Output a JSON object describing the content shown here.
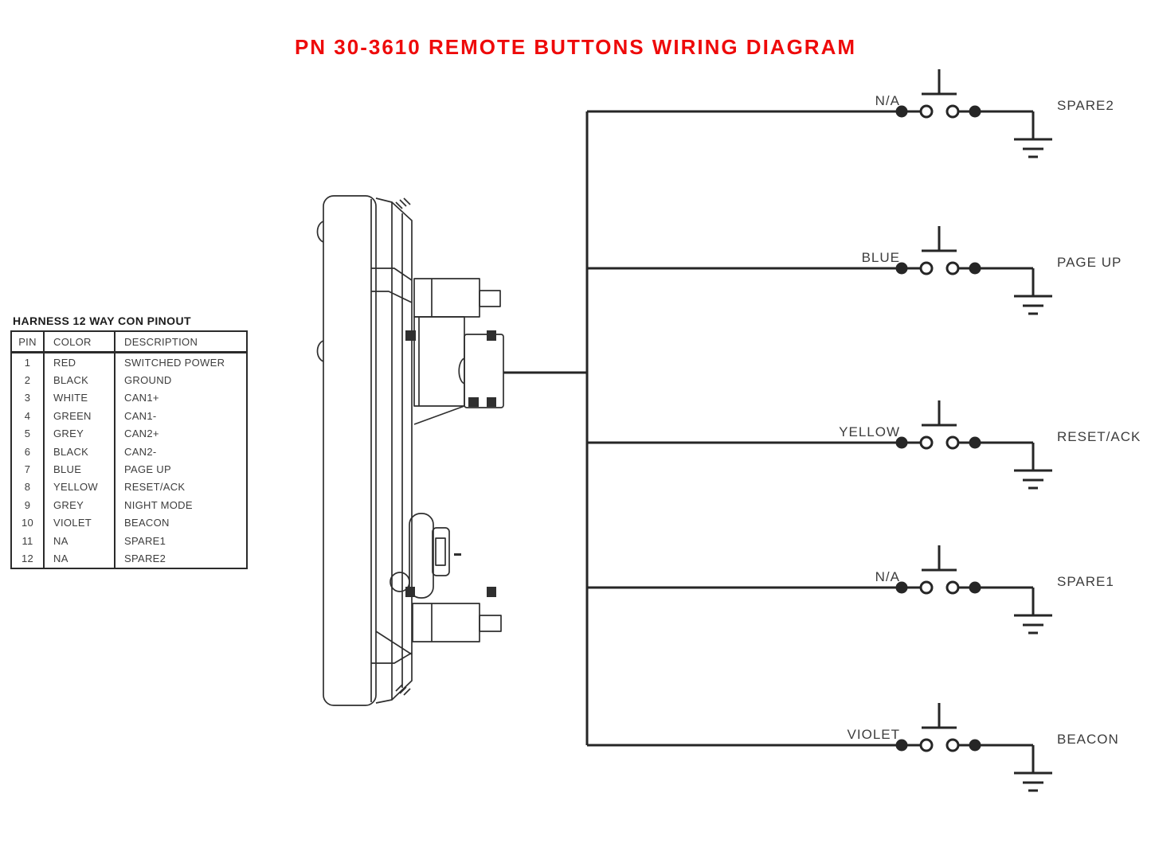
{
  "title": "PN 30-3610 REMOTE BUTTONS WIRING DIAGRAM",
  "pinout_table": {
    "title": "HARNESS 12 WAY CON PINOUT",
    "headers": [
      "PIN",
      "COLOR",
      "DESCRIPTION"
    ],
    "rows": [
      {
        "pin": "1",
        "color": "RED",
        "description": "SWITCHED POWER"
      },
      {
        "pin": "2",
        "color": "BLACK",
        "description": "GROUND"
      },
      {
        "pin": "3",
        "color": "WHITE",
        "description": "CAN1+"
      },
      {
        "pin": "4",
        "color": "GREEN",
        "description": "CAN1-"
      },
      {
        "pin": "5",
        "color": "GREY",
        "description": "CAN2+"
      },
      {
        "pin": "6",
        "color": "BLACK",
        "description": "CAN2-"
      },
      {
        "pin": "7",
        "color": "BLUE",
        "description": "PAGE UP"
      },
      {
        "pin": "8",
        "color": "YELLOW",
        "description": "RESET/ACK"
      },
      {
        "pin": "9",
        "color": "GREY",
        "description": "NIGHT MODE"
      },
      {
        "pin": "10",
        "color": "VIOLET",
        "description": "BEACON"
      },
      {
        "pin": "11",
        "color": "NA",
        "description": "SPARE1"
      },
      {
        "pin": "12",
        "color": "NA",
        "description": "SPARE2"
      }
    ]
  },
  "switch_rows": [
    {
      "wire_label": "N/A",
      "button_label": "SPARE2"
    },
    {
      "wire_label": "BLUE",
      "button_label": "PAGE UP"
    },
    {
      "wire_label": "YELLOW",
      "button_label": "RESET/ACK"
    },
    {
      "wire_label": "N/A",
      "button_label": "SPARE1"
    },
    {
      "wire_label": "VIOLET",
      "button_label": "BEACON"
    }
  ],
  "colors": {
    "title_red": "#ee0a0a",
    "line": "#262626",
    "text": "#3d3d3d"
  }
}
